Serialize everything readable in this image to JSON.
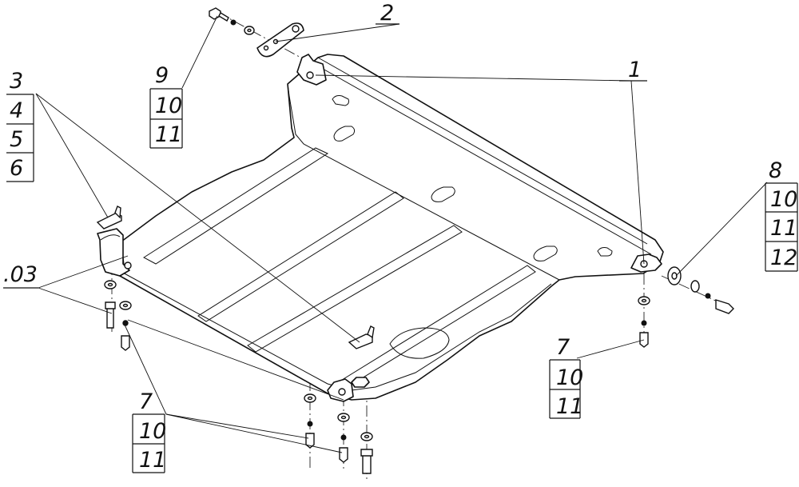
{
  "callouts": {
    "part1": "1",
    "part2": "2",
    "group_left": [
      "3",
      "4",
      "5",
      "6"
    ],
    "part03": ".03",
    "group_top": [
      "9",
      "10",
      "11"
    ],
    "group_right": [
      "8",
      "10",
      "11",
      "12"
    ],
    "group_bottom_right": [
      "7",
      "10",
      "11"
    ],
    "group_bottom_left": [
      "7",
      "10",
      "11"
    ]
  }
}
